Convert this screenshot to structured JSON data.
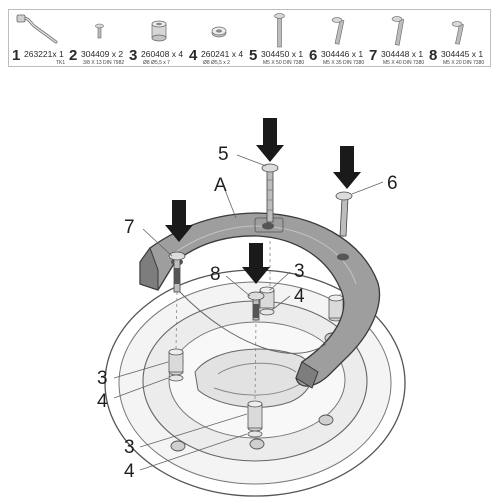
{
  "parts": [
    {
      "num": "1",
      "code": "263221x 1",
      "spec": "TK1",
      "icon": "cable-tie-icon"
    },
    {
      "num": "2",
      "code": "304409 x 2",
      "spec": "3/8 X 13 DIN 7982",
      "icon": "small-screw-icon"
    },
    {
      "num": "3",
      "code": "260408 x 4",
      "spec": "Ø8 Ø5,5 x 7",
      "icon": "spacer-icon"
    },
    {
      "num": "4",
      "code": "260241 x 4",
      "spec": "Ø8 Ø5,5 x 2",
      "icon": "washer-icon"
    },
    {
      "num": "5",
      "code": "304450 x 1",
      "spec": "M5 X 50 DIN 7380",
      "icon": "long-screw-icon"
    },
    {
      "num": "6",
      "code": "304446 x 1",
      "spec": "M5 X 35 DIN 7380",
      "icon": "medium-screw-icon"
    },
    {
      "num": "7",
      "code": "304448 x 1",
      "spec": "M5 X 40 DIN 7380",
      "icon": "screw-icon"
    },
    {
      "num": "8",
      "code": "304445 x 1",
      "spec": "M5 X 20 DIN 7380",
      "icon": "short-screw-icon"
    }
  ],
  "callouts": {
    "c5": "5",
    "c6": "6",
    "cA": "A",
    "c7": "7",
    "c8": "8",
    "c3a": "3",
    "c4a": "4",
    "c3b": "3",
    "c4b": "4",
    "c3c": "3",
    "c4c": "4"
  }
}
